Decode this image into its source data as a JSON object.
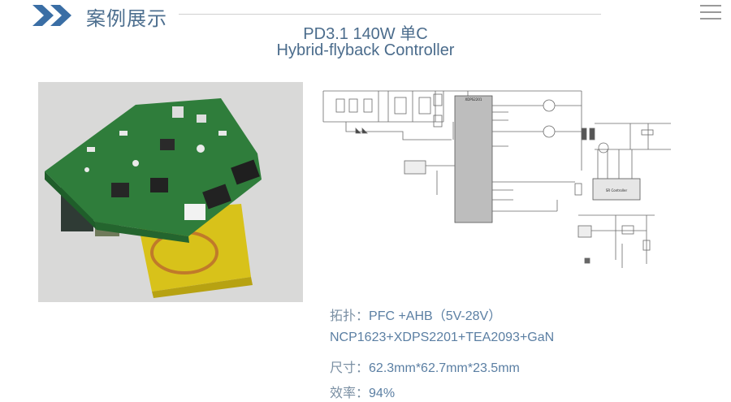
{
  "header": {
    "section_title": "案例展示"
  },
  "title": {
    "line1": "PD3.1 140W 单C",
    "line2": "Hybrid-flyback Controller"
  },
  "schematic": {
    "ic_main": "XDPS2201",
    "ic_sr": "SR Controller"
  },
  "specs": {
    "topology_label": "拓扑：",
    "topology_value": "PFC +AHB（5V-28V）",
    "chips": "NCP1623+XDPS2201+TEA2093+GaN",
    "size_label": "尺寸：",
    "size_value": "62.3mm*62.7mm*23.5mm",
    "efficiency_label": "效率：",
    "efficiency_value": "94%"
  },
  "colors": {
    "title": "#4b6c8c",
    "spec_text": "#5b7fa3",
    "accent": "#3a6ea5",
    "pcb_green": "#2e7d3a"
  }
}
